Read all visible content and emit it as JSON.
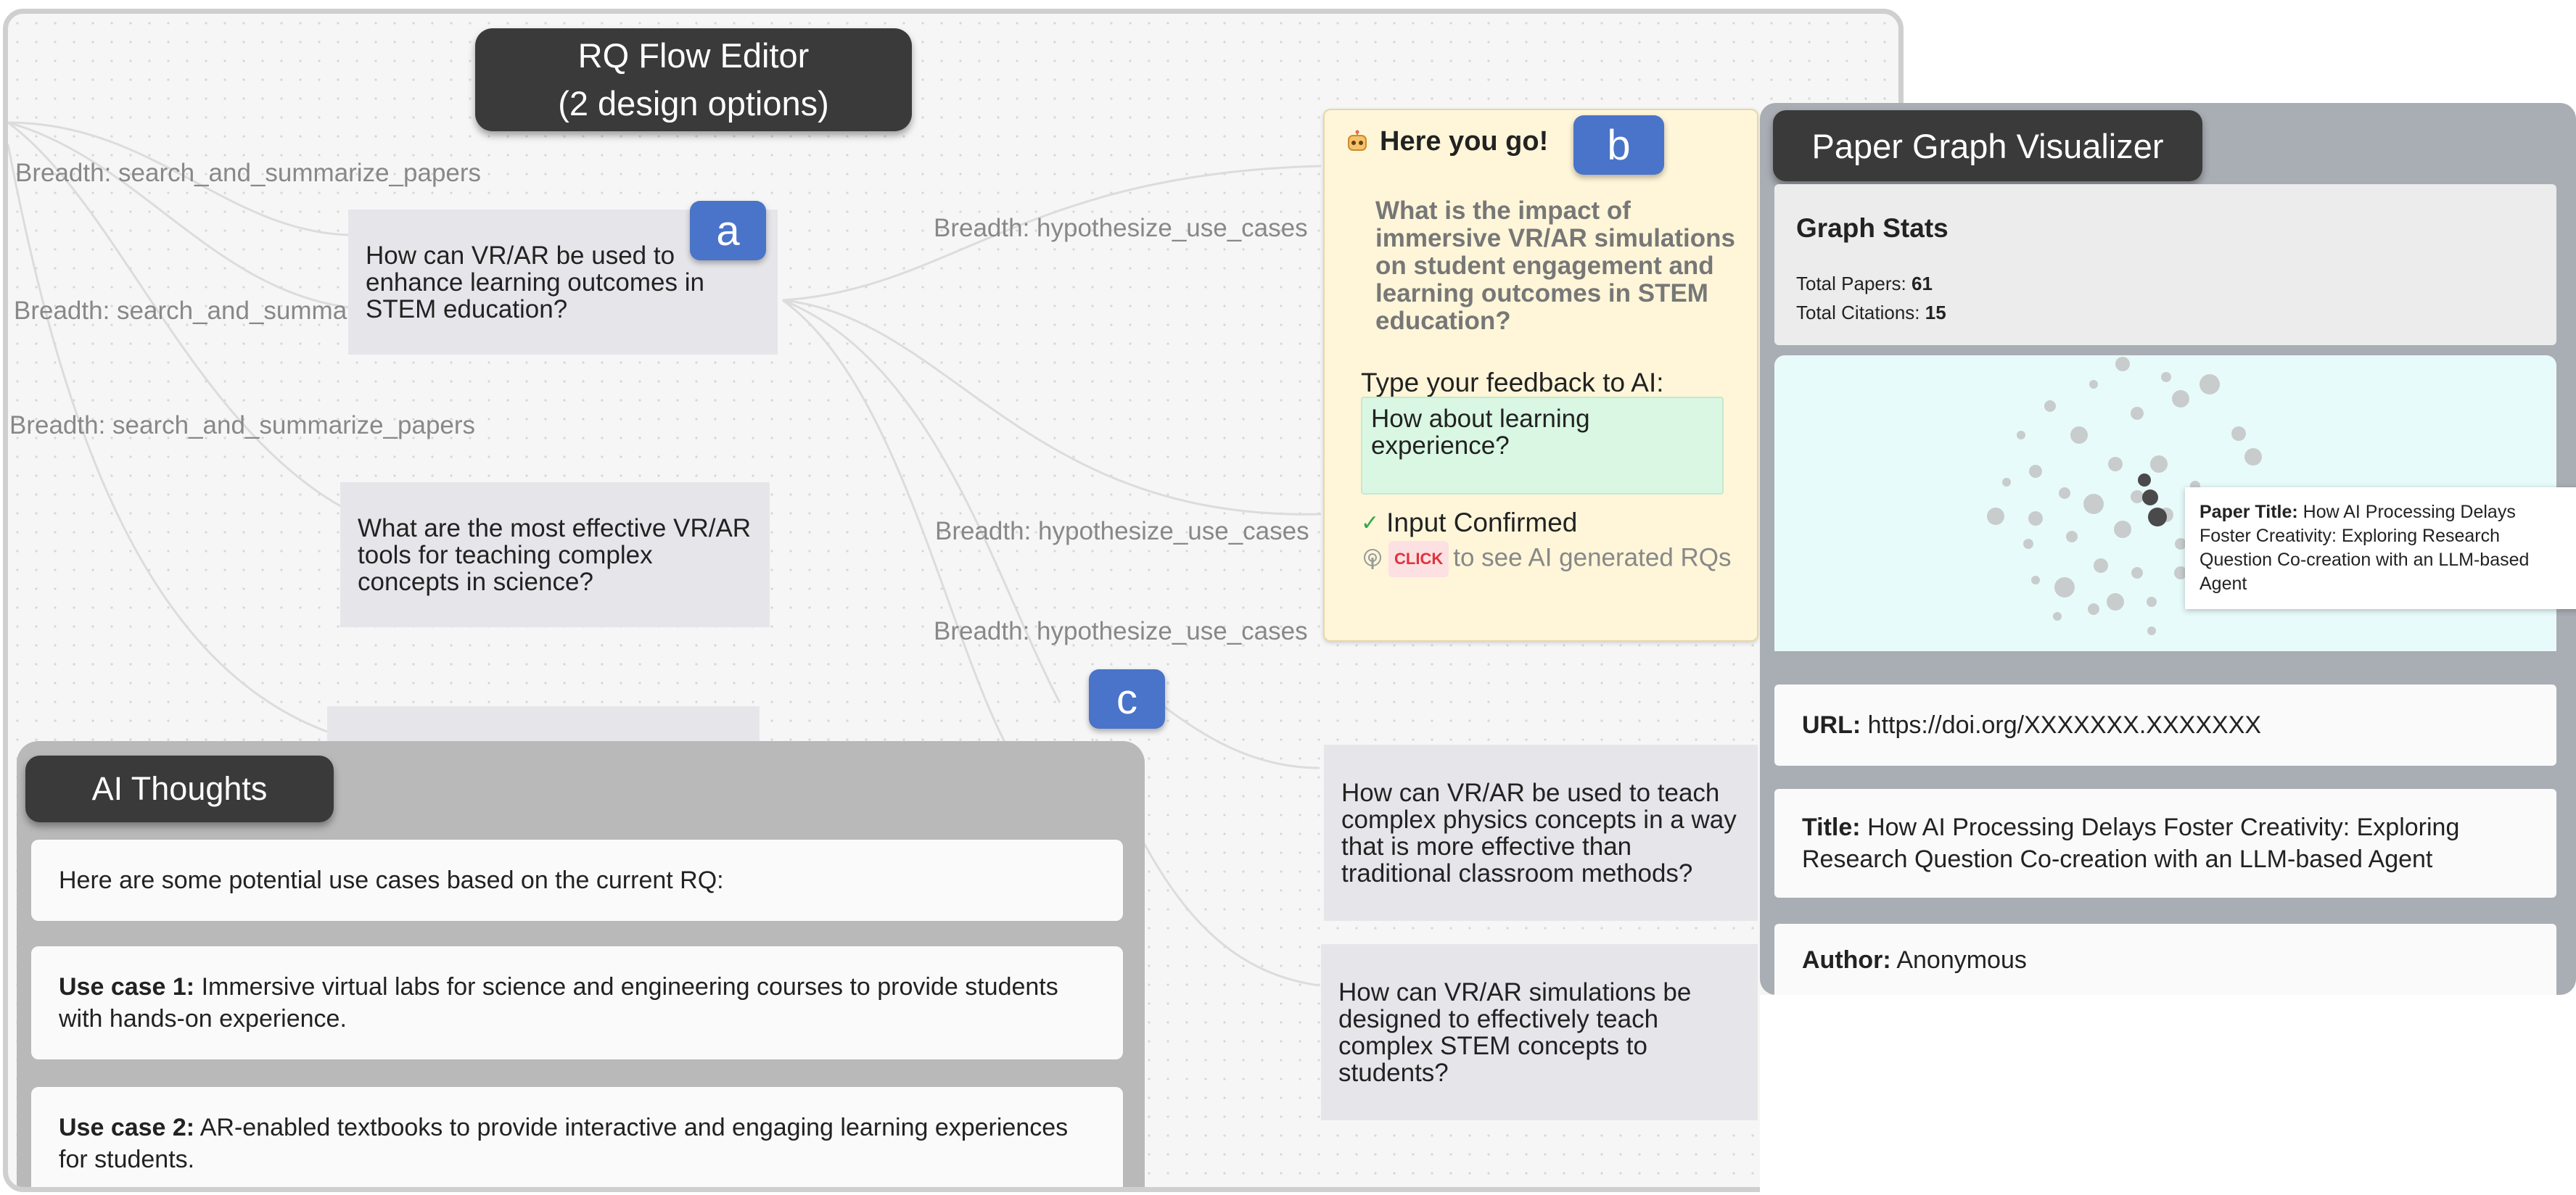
{
  "flow_editor": {
    "title_line1": "RQ Flow Editor",
    "title_line2": "(2 design options)",
    "edge_labels": {
      "search1": "Breadth: search_and_summarize_papers",
      "search2": "Breadth: search_and_summarize_papers",
      "search3": "Breadth: search_and_summarize_papers",
      "hypo1": "Breadth: hypothesize_use_cases",
      "hypo2": "Breadth: hypothesize_use_cases",
      "hypo3": "Breadth: hypothesize_use_cases"
    },
    "nodes": {
      "rq_a": "How can VR/AR be used to enhance learning outcomes in STEM education?",
      "rq_tools": "What are the most effective VR/AR tools for teaching complex concepts in science?",
      "rq_physics": "How can VR/AR be used to teach complex physics concepts in a way that is more effective than traditional classroom methods?",
      "rq_simulations": "How can VR/AR simulations be designed to effectively teach complex STEM concepts to students?"
    },
    "badges": {
      "a": "a",
      "b": "b",
      "c": "c"
    }
  },
  "ai_card": {
    "greeting": "Here you go!",
    "rq": "What is the impact of immersive VR/AR simulations on student engagement and learning outcomes in STEM education?",
    "feedback_label": "Type your feedback to AI:",
    "feedback_value": "How about learning experience?",
    "confirm_text": "Input Confirmed",
    "click_chip": "CLICK",
    "click_text": "to see AI generated RQs"
  },
  "ai_thoughts": {
    "title": "AI Thoughts",
    "intro": "Here are some potential use cases based on the current RQ:",
    "use_cases": [
      {
        "label": "Use case 1:",
        "text": "Immersive virtual labs for science and engineering courses to provide students with hands-on experience."
      },
      {
        "label": "Use case 2:",
        "text": "AR-enabled textbooks to provide interactive and engaging learning experiences for students."
      }
    ]
  },
  "graph_viz": {
    "title": "Paper Graph Visualizer",
    "stats_heading": "Graph Stats",
    "total_papers_label": "Total Papers:",
    "total_papers": "61",
    "total_citations_label": "Total Citations:",
    "total_citations": "15",
    "tooltip_label": "Paper Title:",
    "tooltip_text": "How AI Processing Delays Foster Creativity: Exploring Research Question Co-creation with an LLM-based Agent",
    "url_label": "URL:",
    "url": "https://doi.org/XXXXXXX.XXXXXXX",
    "title_label": "Title:",
    "paper_title": "How AI Processing Delays Foster Creativity: Exploring Research Question Co-creation with an LLM-based Agent",
    "author_label": "Author:",
    "author": "Anonymous"
  },
  "colors": {
    "badge": "#4a74c9",
    "title_pill": "#3a3a3a",
    "ai_card_bg": "#fff6d9",
    "feedback_bg": "#d9f7e2",
    "graph_bg": "#e8fbfb"
  }
}
